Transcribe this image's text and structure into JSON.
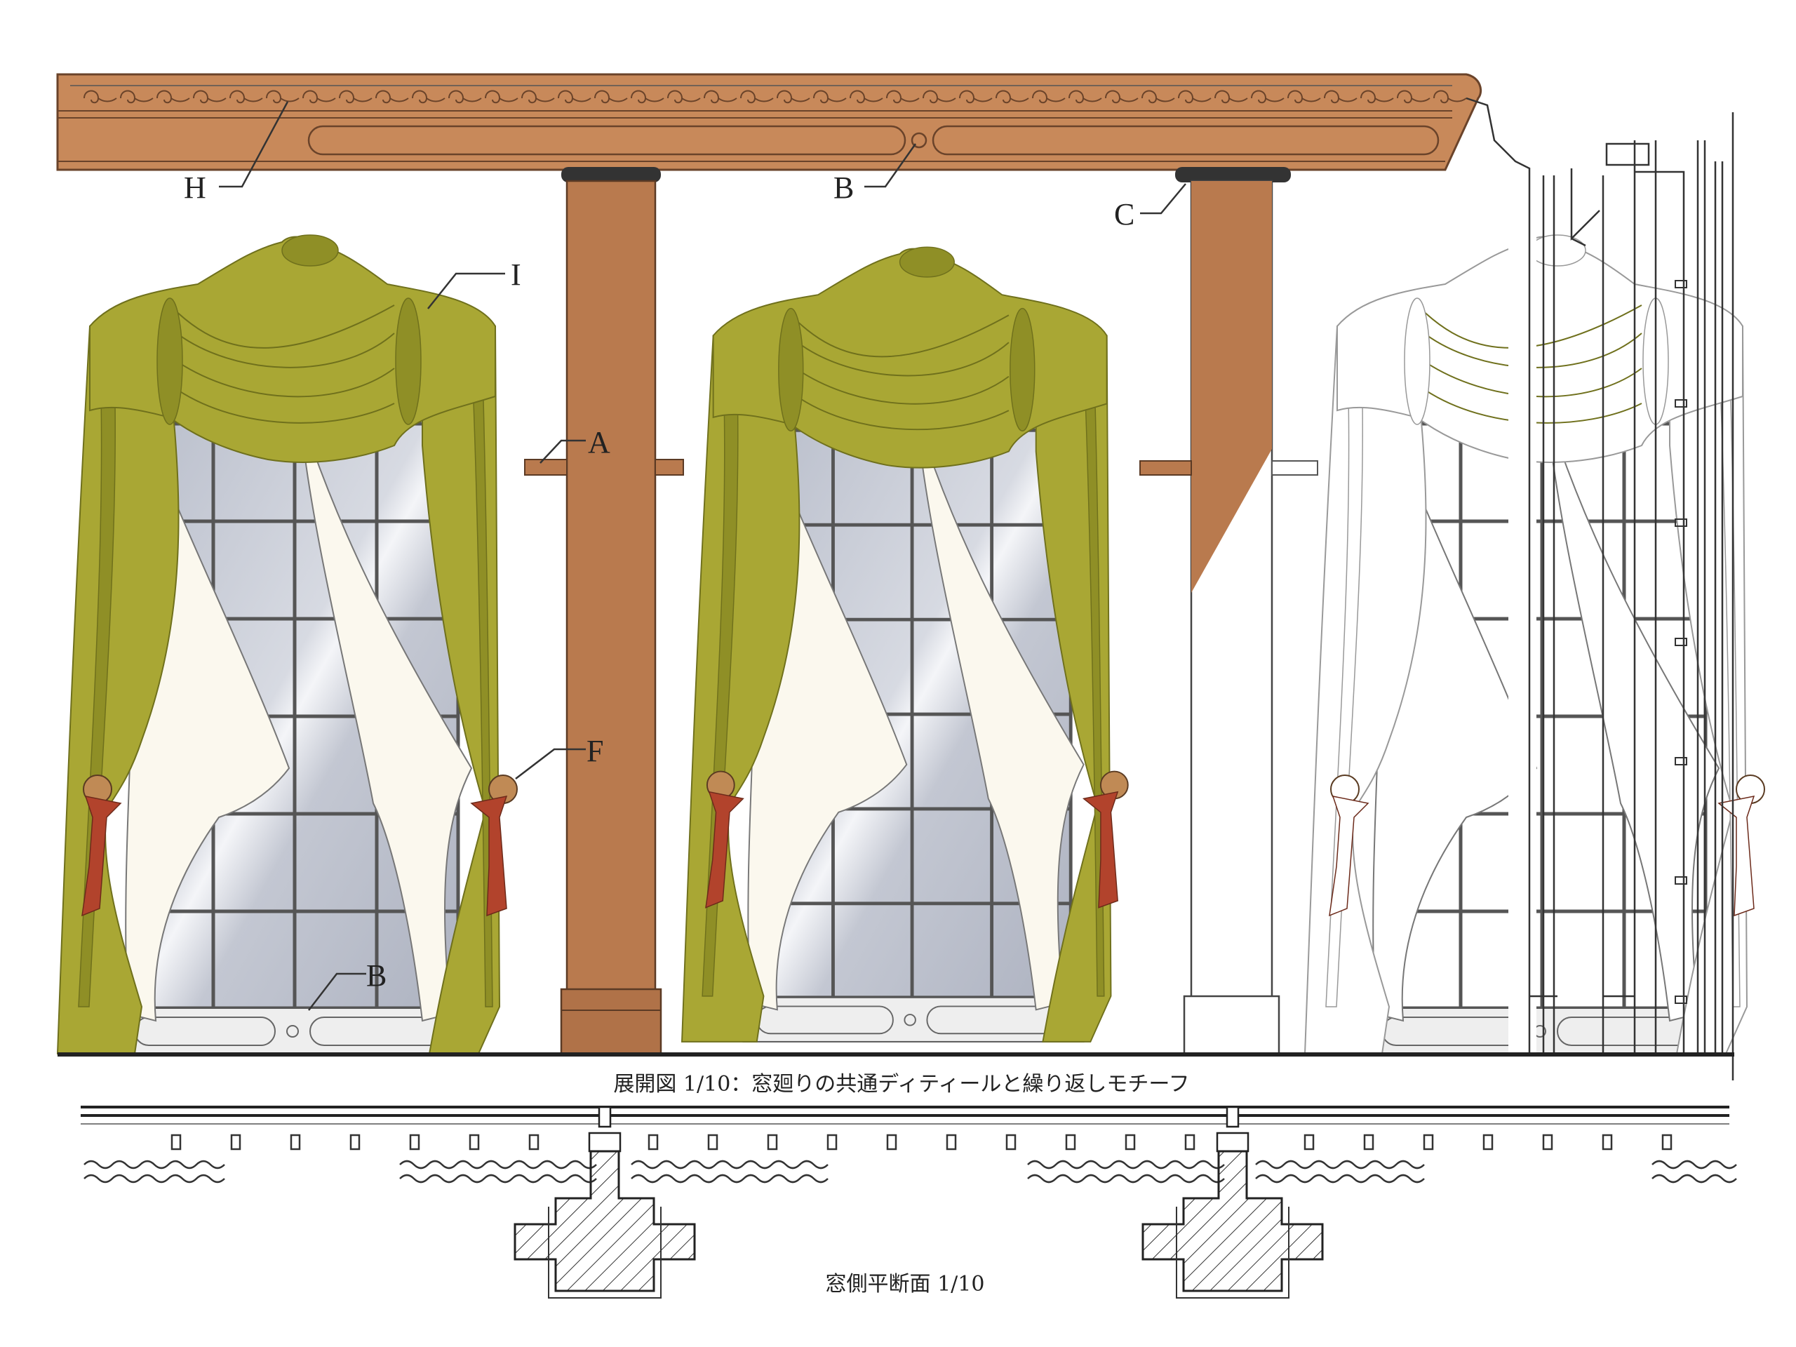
{
  "labels": {
    "H": "H",
    "B_top": "B",
    "C": "C",
    "I": "I",
    "A": "A",
    "F": "F",
    "B_bottom": "B"
  },
  "captions": {
    "elevation": "展開図 1/10：窓廻りの共通ディティールと繰り返しモチーフ",
    "plan": "窓側平断面 1/10"
  },
  "colors": {
    "wood": "#c8895a",
    "pillar": "#b97a4e",
    "drape": "#a9a734",
    "tassel": "#b2432c",
    "glass": "#c9cdd8"
  }
}
